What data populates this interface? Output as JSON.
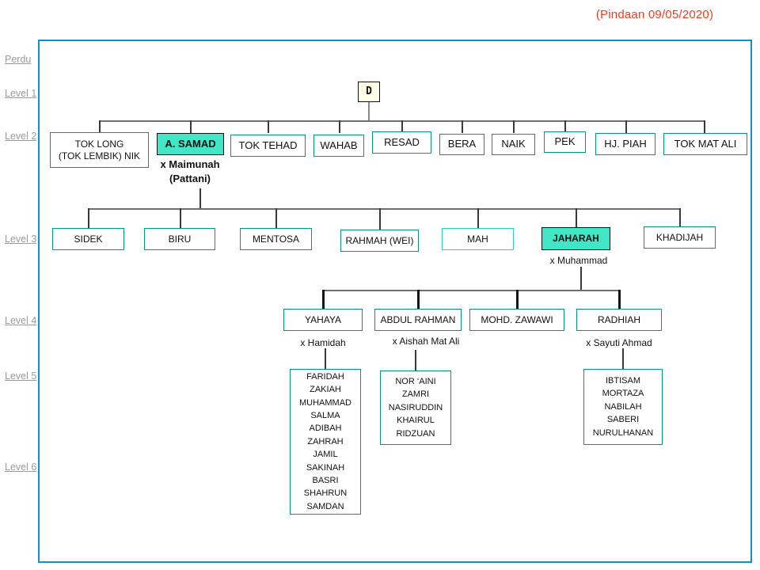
{
  "revision_note": "(Pindaan 09/05/2020)",
  "side_labels": [
    "Perdu",
    "Level 1",
    "Level 2",
    "Level 3",
    "Level 4",
    "Level 5",
    "Level 6"
  ],
  "root": {
    "label": "D"
  },
  "level2": {
    "boxes": [
      {
        "line1": "TOK LONG",
        "line2": "(TOK LEMBIK) NIK"
      },
      {
        "label": "A. SAMAD",
        "highlighted": true
      },
      {
        "label": "TOK TEHAD"
      },
      {
        "label": "WAHAB"
      },
      {
        "label": "RESAD"
      },
      {
        "label": "BERA"
      },
      {
        "label": "NAIK"
      },
      {
        "label": "PEK"
      },
      {
        "label": "HJ. PIAH"
      },
      {
        "label": "TOK MAT ALI"
      }
    ],
    "spouse_line1": "x Maimunah",
    "spouse_line2": "(Pattani)"
  },
  "level3": {
    "boxes": [
      {
        "label": "SIDEK"
      },
      {
        "label": "BIRU"
      },
      {
        "label": "MENTOSA"
      },
      {
        "label": "RAHMAH (WEI)"
      },
      {
        "label": "MAH"
      },
      {
        "label": "JAHARAH",
        "highlighted": true
      },
      {
        "label": "KHADIJAH"
      }
    ],
    "spouse": "x Muhammad"
  },
  "level4": {
    "boxes": [
      {
        "label": "YAHAYA",
        "spouse": "x Hamidah"
      },
      {
        "label": "ABDUL RAHMAN",
        "spouse": "x Aishah Mat Ali"
      },
      {
        "label": "MOHD. ZAWAWI"
      },
      {
        "label": "RADHIAH",
        "spouse": "x Sayuti Ahmad"
      }
    ]
  },
  "children": {
    "yahaya": [
      "FARIDAH",
      "ZAKIAH",
      "MUHAMMAD",
      "SALMA",
      "ADIBAH",
      "ZAHRAH",
      "JAMIL",
      "SAKINAH",
      "BASRI",
      "SHAHRUN",
      "SAMDAN"
    ],
    "abdul_rahman": [
      "NOR ‘AINI",
      "ZAMRI",
      "NASIRUDDIN",
      "KHAIRUL",
      "RIDZUAN"
    ],
    "radhiah": [
      "IBTISAM",
      "MORTAZA",
      "NABILAH",
      "SABERI",
      "NURULHANAN"
    ]
  },
  "colors": {
    "highlight_fill": "#40E6C6",
    "box_border_teal": "#009A7B",
    "light_border_teal": "#2FD0AE",
    "frame_border_blue": "#148FC7",
    "revision_red": "#F43B1D",
    "root_fill": "#FFFFE8",
    "side_label_gray": "#9B9B9B"
  }
}
